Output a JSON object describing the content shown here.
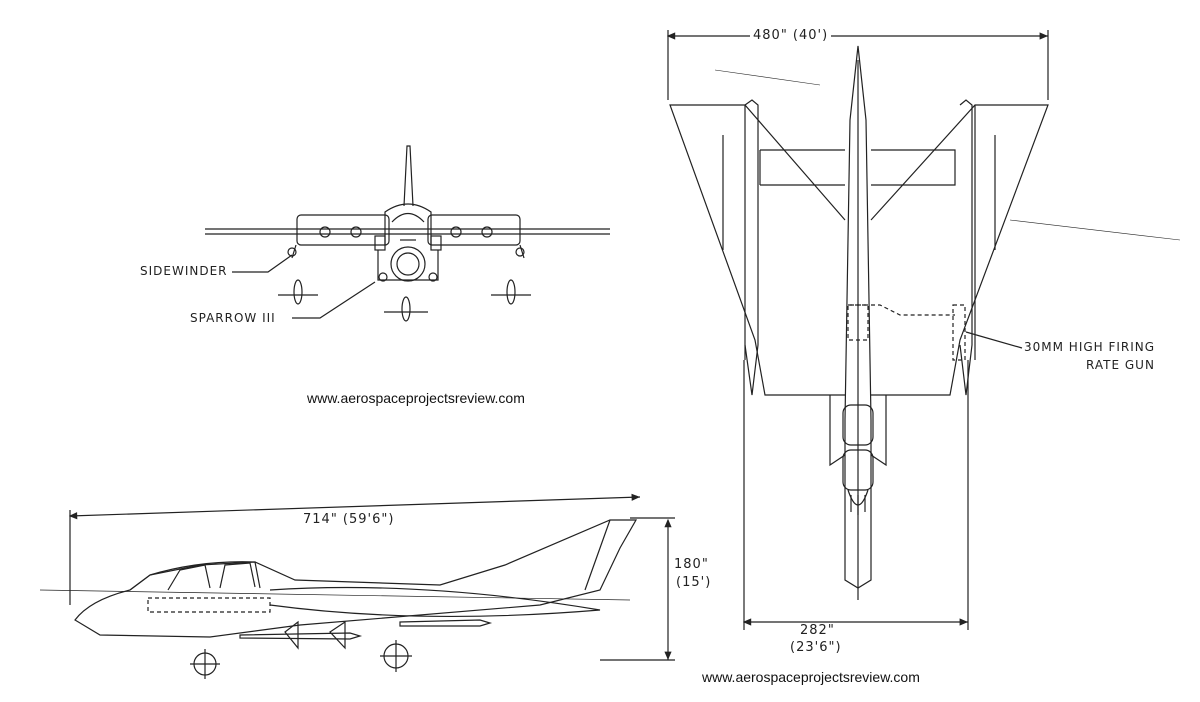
{
  "watermarks": {
    "center": "www.aerospaceprojectsreview.com",
    "bottom": "www.aerospaceprojectsreview.com"
  },
  "front_view": {
    "label_sidewinder": "SIDEWINDER",
    "label_sparrow": "SPARROW III"
  },
  "top_view": {
    "span": "480\" (40')",
    "tail_span_in": "282\"",
    "tail_span_ft": "(23'6\")",
    "gun_label_line1": "30MM HIGH FIRING",
    "gun_label_line2": "RATE GUN"
  },
  "side_view": {
    "length": "714\" (59'6\")",
    "height_in": "180\"",
    "height_ft": "(15')"
  },
  "colors": {
    "ink": "#222222",
    "paper": "#ffffff"
  }
}
